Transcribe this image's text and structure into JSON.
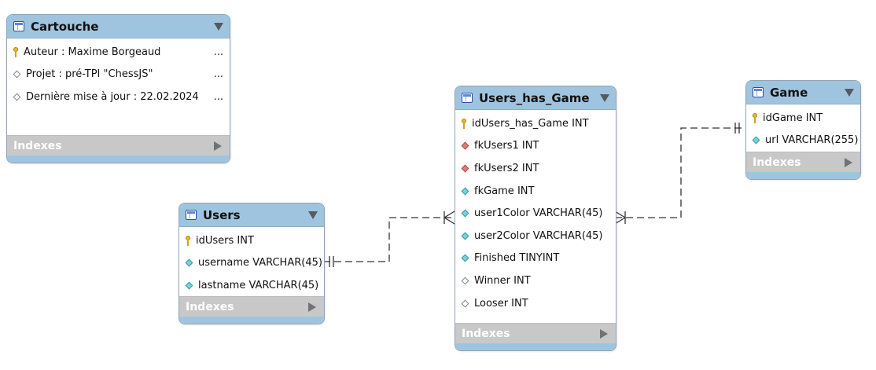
{
  "tables": {
    "cartouche": {
      "title": "Cartouche",
      "indexes_label": "Indexes",
      "rows": [
        {
          "icon": "key",
          "text": "Auteur : Maxime Borgeaud",
          "more": "..."
        },
        {
          "icon": "diamond-white",
          "text": "Projet : pré-TPI \"ChessJS\"",
          "more": "..."
        },
        {
          "icon": "diamond-white",
          "text": "Dernière mise à jour : 22.02.2024",
          "more": "..."
        }
      ]
    },
    "users": {
      "title": "Users",
      "indexes_label": "Indexes",
      "rows": [
        {
          "icon": "key",
          "text": "idUsers INT"
        },
        {
          "icon": "diamond-cyan",
          "text": "username VARCHAR(45)"
        },
        {
          "icon": "diamond-cyan",
          "text": "lastname VARCHAR(45)"
        }
      ]
    },
    "users_has_game": {
      "title": "Users_has_Game",
      "indexes_label": "Indexes",
      "rows": [
        {
          "icon": "key",
          "text": "idUsers_has_Game INT"
        },
        {
          "icon": "diamond-red",
          "text": "fkUsers1 INT"
        },
        {
          "icon": "diamond-red",
          "text": "fkUsers2 INT"
        },
        {
          "icon": "diamond-cyan",
          "text": "fkGame INT"
        },
        {
          "icon": "diamond-cyan",
          "text": "user1Color VARCHAR(45)"
        },
        {
          "icon": "diamond-cyan",
          "text": "user2Color VARCHAR(45)"
        },
        {
          "icon": "diamond-cyan",
          "text": "Finished TINYINT"
        },
        {
          "icon": "diamond-white",
          "text": "Winner INT"
        },
        {
          "icon": "diamond-white",
          "text": "Looser INT"
        }
      ]
    },
    "game": {
      "title": "Game",
      "indexes_label": "Indexes",
      "rows": [
        {
          "icon": "key",
          "text": "idGame INT"
        },
        {
          "icon": "diamond-cyan",
          "text": "url VARCHAR(255)"
        }
      ]
    }
  },
  "relationships": [
    {
      "from": "Users",
      "to": "Users_has_Game",
      "from_cardinality": "one",
      "to_cardinality": "many"
    },
    {
      "from": "Game",
      "to": "Users_has_Game",
      "from_cardinality": "one",
      "to_cardinality": "many"
    }
  ],
  "colors": {
    "header": "#9fc4df",
    "indexes_bar": "#c8c8c8",
    "connector": "#333333"
  }
}
